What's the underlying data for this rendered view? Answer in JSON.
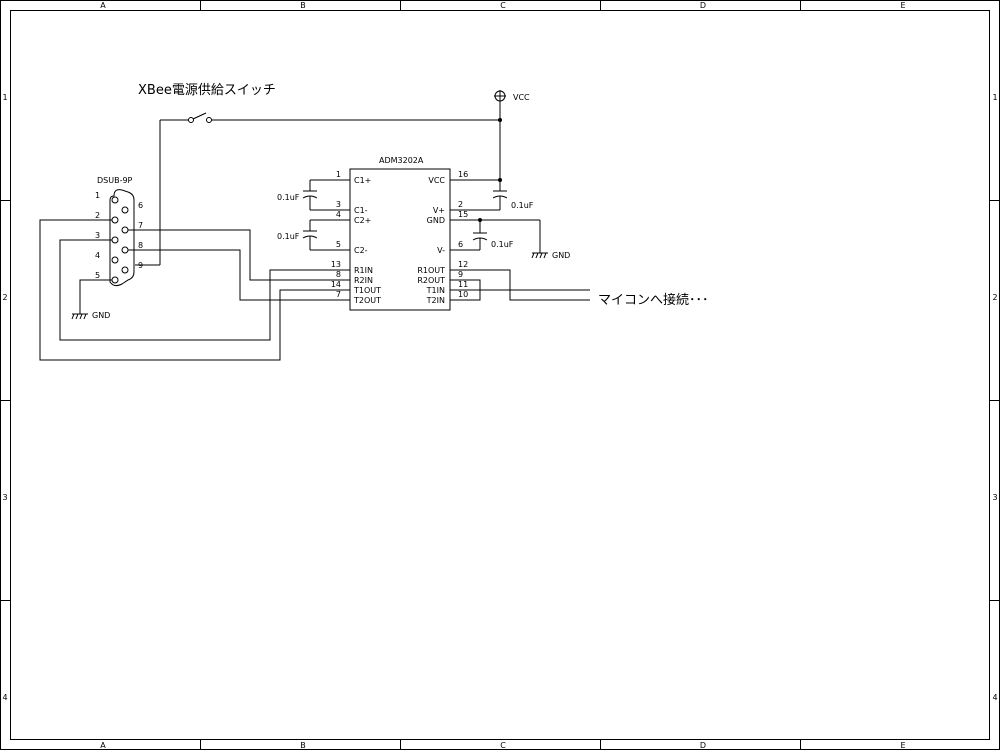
{
  "frame": {
    "columns": [
      "A",
      "B",
      "C",
      "D",
      "E"
    ],
    "rows": [
      "1",
      "2",
      "3",
      "4"
    ]
  },
  "labels": {
    "switch_title": "XBee電源供給スイッチ",
    "vcc": "VCC",
    "gnd": "GND",
    "connector": "DSUB-9P",
    "ic": "ADM3202A",
    "note": "マイコンへ接続･･･"
  },
  "dsub_pins": [
    "1",
    "2",
    "3",
    "4",
    "5",
    "6",
    "7",
    "8",
    "9"
  ],
  "ic_left": [
    {
      "num": "1",
      "name": "C1+"
    },
    {
      "num": "3",
      "name": "C1-"
    },
    {
      "num": "4",
      "name": "C2+"
    },
    {
      "num": "5",
      "name": "C2-"
    },
    {
      "num": "13",
      "name": "R1IN"
    },
    {
      "num": "8",
      "name": "R2IN"
    },
    {
      "num": "14",
      "name": "T1OUT"
    },
    {
      "num": "7",
      "name": "T2OUT"
    }
  ],
  "ic_right": [
    {
      "num": "16",
      "name": "VCC"
    },
    {
      "num": "2",
      "name": "V+"
    },
    {
      "num": "15",
      "name": "GND"
    },
    {
      "num": "6",
      "name": "V-"
    },
    {
      "num": "12",
      "name": "R1OUT"
    },
    {
      "num": "9",
      "name": "R2OUT"
    },
    {
      "num": "11",
      "name": "T1IN"
    },
    {
      "num": "10",
      "name": "T2IN"
    }
  ],
  "capacitors": [
    "0.1uF",
    "0.1uF",
    "0.1uF",
    "0.1uF"
  ]
}
